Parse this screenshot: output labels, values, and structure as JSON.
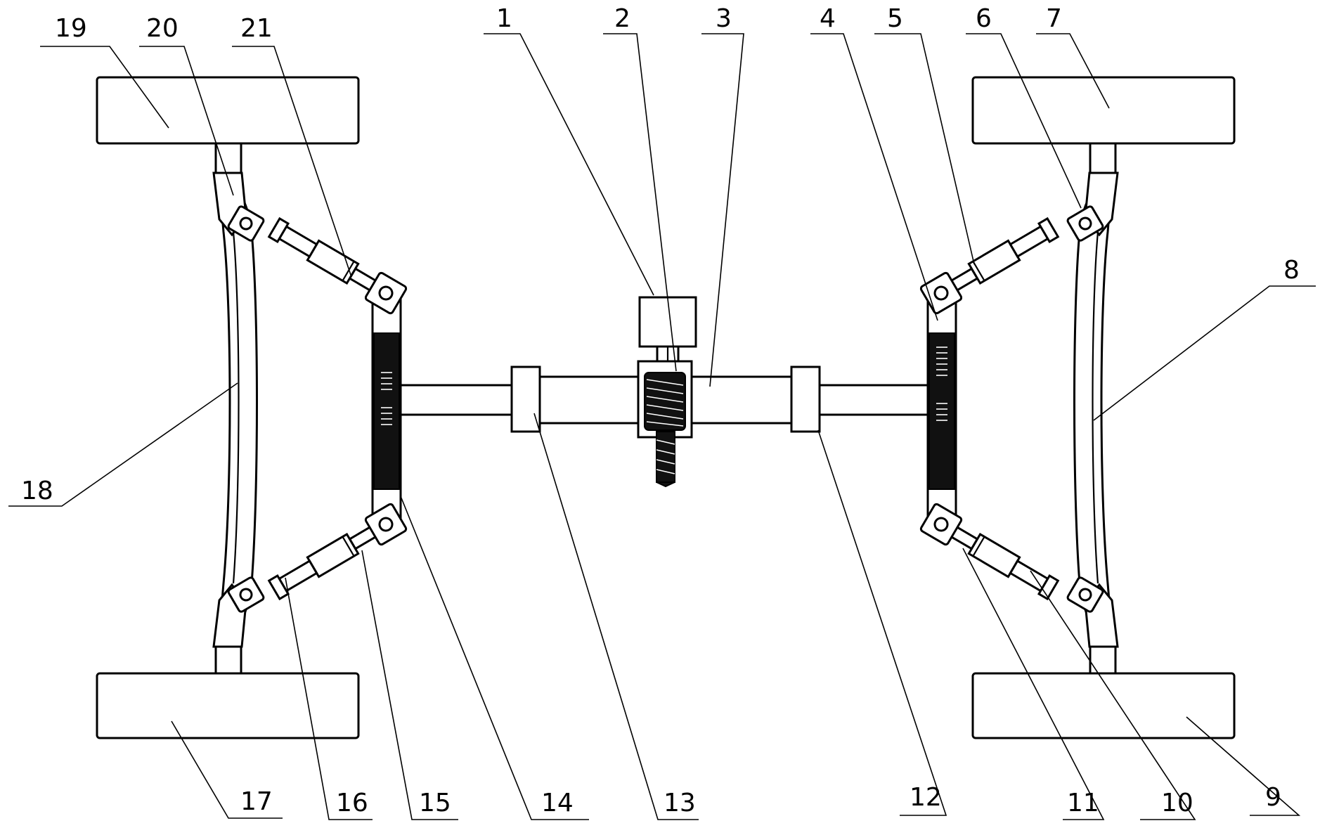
{
  "labels": {
    "c1": "1",
    "c2": "2",
    "c3": "3",
    "c4": "4",
    "c5": "5",
    "c6": "6",
    "c7": "7",
    "c8": "8",
    "c9": "9",
    "c10": "10",
    "c11": "11",
    "c12": "12",
    "c13": "13",
    "c14": "14",
    "c15": "15",
    "c16": "16",
    "c17": "17",
    "c18": "18",
    "c19": "19",
    "c20": "20",
    "c21": "21"
  }
}
